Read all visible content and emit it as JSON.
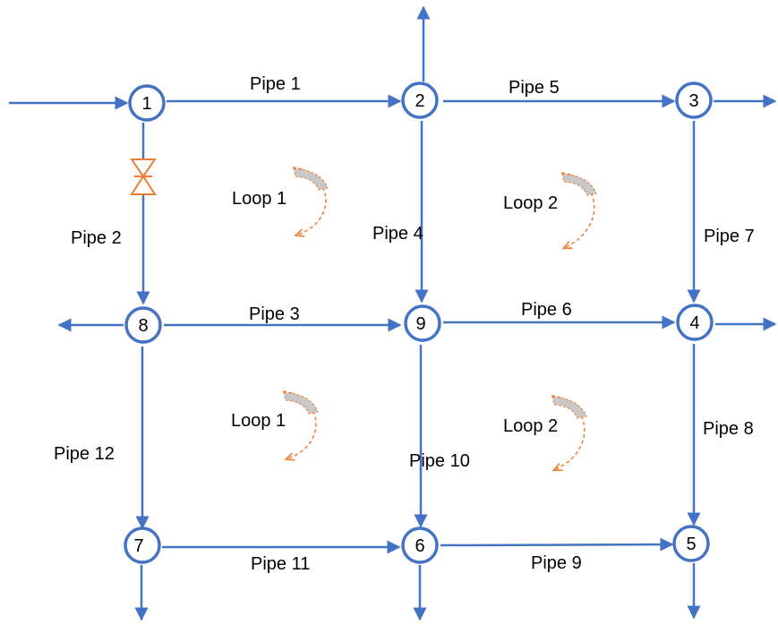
{
  "colors": {
    "pipe": "#4472c4",
    "loop_arrow": "#ed7d31",
    "loop_fill": "#c8c8c8",
    "valve": "#ed7d31",
    "text": "#000000"
  },
  "nodes": [
    {
      "id": "n1",
      "label": "1"
    },
    {
      "id": "n2",
      "label": "2"
    },
    {
      "id": "n3",
      "label": "3"
    },
    {
      "id": "n4",
      "label": "4"
    },
    {
      "id": "n5",
      "label": "5"
    },
    {
      "id": "n6",
      "label": "6"
    },
    {
      "id": "n7",
      "label": "7"
    },
    {
      "id": "n8",
      "label": "8"
    },
    {
      "id": "n9",
      "label": "9"
    }
  ],
  "pipes": [
    {
      "id": "p1",
      "label": "Pipe 1"
    },
    {
      "id": "p2",
      "label": "Pipe 2"
    },
    {
      "id": "p3",
      "label": "Pipe 3"
    },
    {
      "id": "p4",
      "label": "Pipe 4"
    },
    {
      "id": "p5",
      "label": "Pipe 5"
    },
    {
      "id": "p6",
      "label": "Pipe 6"
    },
    {
      "id": "p7",
      "label": "Pipe 7"
    },
    {
      "id": "p8",
      "label": "Pipe 8"
    },
    {
      "id": "p9",
      "label": "Pipe 9"
    },
    {
      "id": "p10",
      "label": "Pipe 10"
    },
    {
      "id": "p11",
      "label": "Pipe 11"
    },
    {
      "id": "p12",
      "label": "Pipe 12"
    }
  ],
  "loops": [
    {
      "id": "l1",
      "label": "Loop 1"
    },
    {
      "id": "l2",
      "label": "Loop 2"
    },
    {
      "id": "l3",
      "label": "Loop 1"
    },
    {
      "id": "l4",
      "label": "Loop 2"
    }
  ],
  "valve": {
    "icon": "valve-icon"
  }
}
